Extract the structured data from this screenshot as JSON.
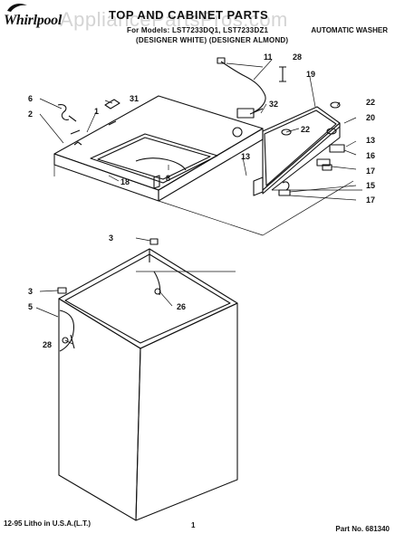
{
  "header": {
    "brand": "Whirlpool",
    "title": "TOP AND CABINET PARTS",
    "models_line": "For Models: LST7233DQ1, LST7233DZ1",
    "variants_line": "(DESIGNER WHITE)  (DESIGNER ALMOND)",
    "product": "AUTOMATIC WASHER"
  },
  "watermark": "AppliancePartsPros.com",
  "footer": {
    "print_info": "12-95 Litho in U.S.A.(L.T.)",
    "page_number": "1",
    "part_number": "Part No. 681340"
  },
  "callouts": {
    "c11": "11",
    "c28a": "28",
    "c19": "19",
    "c6": "6",
    "c31": "31",
    "c2": "2",
    "c1": "1",
    "c32": "32",
    "c22a": "22",
    "c22b": "22",
    "c20": "20",
    "c13a": "13",
    "c16": "16",
    "c13b": "13",
    "c17a": "17",
    "c15": "15",
    "c17b": "17",
    "c18": "18",
    "c8": "8",
    "c3a": "3",
    "c26": "26",
    "c3b": "3",
    "c5": "5",
    "c28b": "28"
  }
}
